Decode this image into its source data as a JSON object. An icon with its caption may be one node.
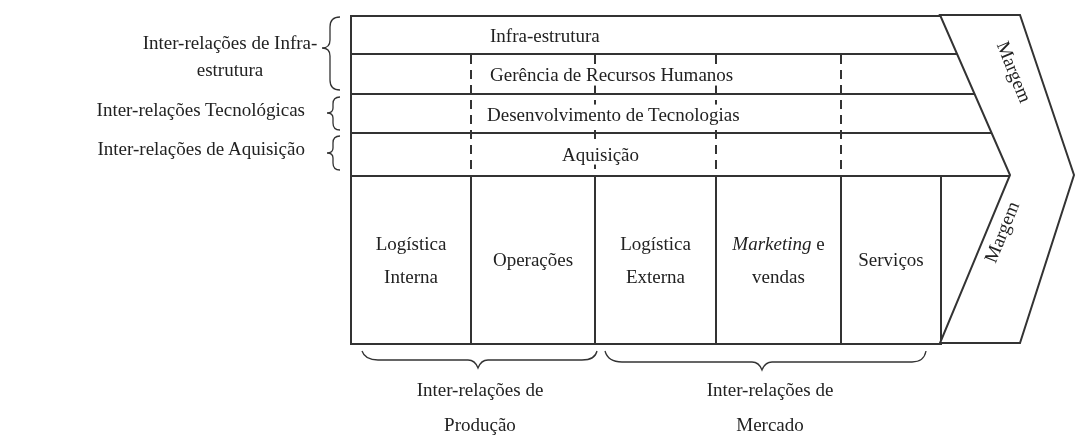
{
  "diagram": {
    "nodes": [
      {
        "text": [
          "Infra-estrutura"
        ]
      },
      {
        "text": [
          "Gerência de Recursos Humanos"
        ]
      },
      {
        "text": [
          "Desenvolvimento de Tecnologias"
        ]
      },
      {
        "text": [
          "Aquisição"
        ]
      },
      {
        "text": [
          "Logística Interna"
        ]
      },
      {
        "text": [
          "Operações"
        ]
      },
      {
        "text": [
          "Logística Externa"
        ]
      },
      {
        "text": [
          "*Marketing* e vendas"
        ]
      },
      {
        "text": [
          "Serviços"
        ]
      },
      {
        "text": [
          "Margem",
          "Margem"
        ]
      }
    ],
    "labels": [
      "Inter-relações de Infra-estrutura",
      "Inter-relações Tecnológicas",
      "Inter-relações de Aquisição",
      "Inter-relações de Produção",
      "Inter-relações de Mercado"
    ]
  }
}
